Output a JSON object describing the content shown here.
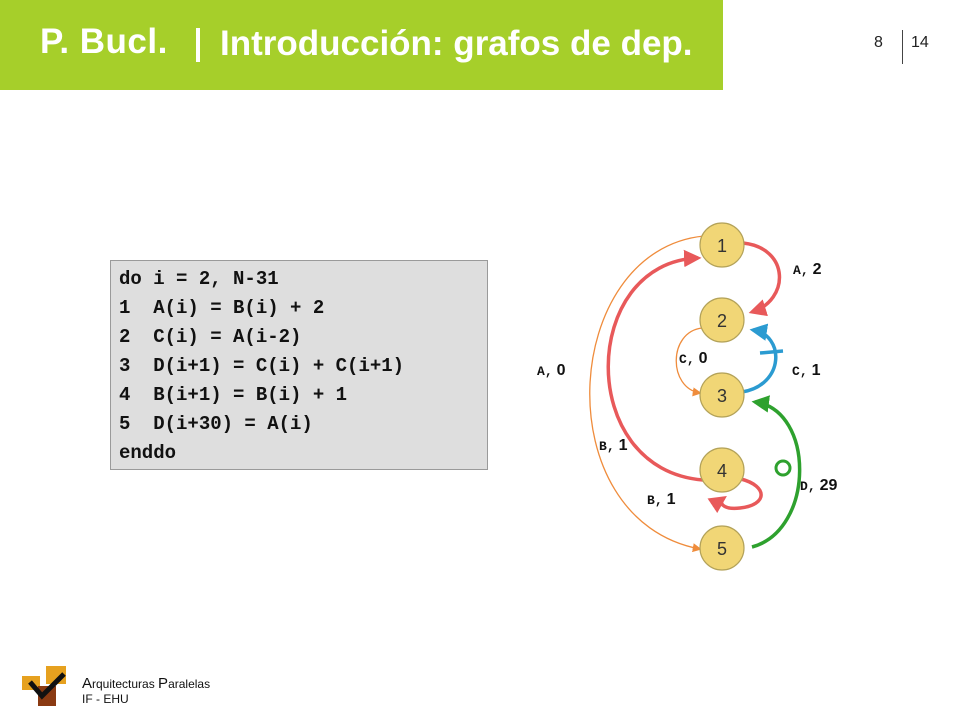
{
  "header": {
    "course": "P. Bucl.",
    "title": "Introducción: grafos de dep.",
    "page_current": "8",
    "page_total": "14"
  },
  "code": {
    "lines": [
      "do i = 2, N-31",
      "1  A(i) = B(i) + 2",
      "2  C(i) = A(i-2)",
      "3  D(i+1) = C(i) + C(i+1)",
      "4  B(i+1) = B(i) + 1",
      "5  D(i+30) = A(i)",
      "enddo"
    ]
  },
  "graph": {
    "nodes": [
      "1",
      "2",
      "3",
      "4",
      "5"
    ],
    "edges": [
      {
        "var": "A",
        "dist": "2",
        "from": "1",
        "to": "2",
        "color": "#e8595a",
        "kind": "flow"
      },
      {
        "var": "A",
        "dist": "0",
        "from": "1",
        "to": "5",
        "color": "#ef8c3c",
        "kind": "flow"
      },
      {
        "var": "C",
        "dist": "0",
        "from": "2",
        "to": "3",
        "color": "#ef8c3c",
        "kind": "flow"
      },
      {
        "var": "C",
        "dist": "1",
        "from": "3",
        "to": "2",
        "color": "#2b9bd1",
        "kind": "anti"
      },
      {
        "var": "B",
        "dist": "1",
        "from": "4",
        "to": "1",
        "color": "#e8595a",
        "kind": "flow"
      },
      {
        "var": "B",
        "dist": "1",
        "from": "4",
        "to": "4",
        "color": "#e8595a",
        "kind": "flow"
      },
      {
        "var": "D",
        "dist": "29",
        "from": "5",
        "to": "3",
        "color": "#2ea12e",
        "kind": "output"
      }
    ]
  },
  "footer": {
    "org_first": "A",
    "org_first_rest": "rquitecturas ",
    "org_second": "P",
    "org_second_rest": "aralelas",
    "org_line2": "IF - EHU"
  },
  "colors": {
    "header_green": "#a6cf2a",
    "node_fill": "#f1d676",
    "red": "#e8595a",
    "orange": "#ef8c3c",
    "blue": "#2b9bd1",
    "green": "#2ea12e"
  }
}
